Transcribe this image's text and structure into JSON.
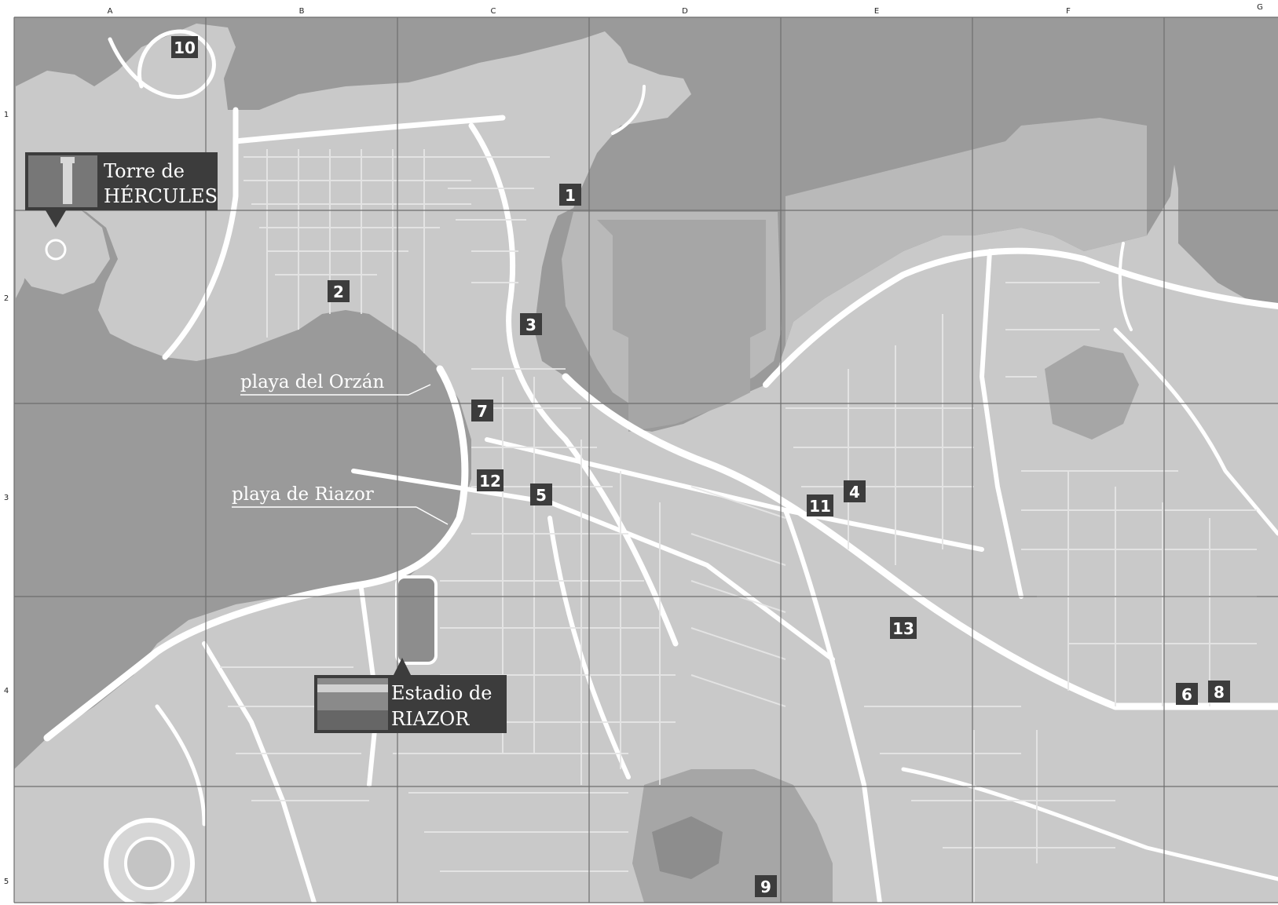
{
  "map": {
    "columns": [
      "A",
      "B",
      "C",
      "D",
      "E",
      "F",
      "G"
    ],
    "rows": [
      "1",
      "2",
      "3",
      "4",
      "5"
    ],
    "beaches": [
      "playa del Orzán",
      "playa de Riazor"
    ],
    "callouts": {
      "tower": [
        "Torre de",
        "HÉRCULES"
      ],
      "stadium": [
        "Estadio de",
        "RIAZOR"
      ]
    },
    "markers": [
      "1",
      "2",
      "3",
      "4",
      "5",
      "6",
      "7",
      "8",
      "9",
      "10",
      "11",
      "12",
      "13"
    ],
    "colors": {
      "sea": "#9a9a9a",
      "land": "#c9c9c9",
      "block": "#d9d9d9",
      "road": "#ffffff",
      "park": "#a9a9a9",
      "marker": "#3c3c3c",
      "grid": "#6e6e6e"
    }
  }
}
